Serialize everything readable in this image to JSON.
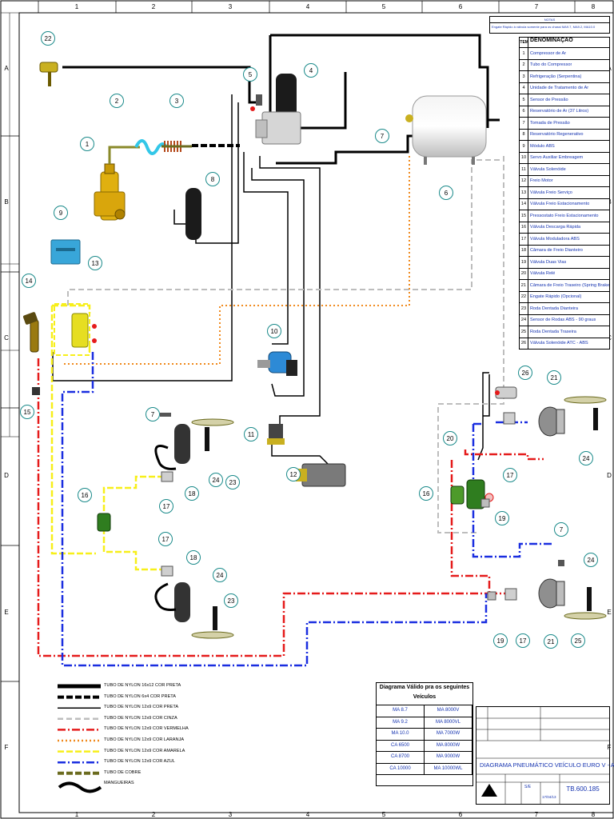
{
  "border": {
    "columns": [
      "1",
      "2",
      "3",
      "4",
      "5",
      "6",
      "7",
      "8"
    ],
    "rows": [
      "A",
      "B",
      "C",
      "D",
      "E",
      "F"
    ]
  },
  "notes": {
    "title": "NOTAS",
    "text": "Engate Rápido à válvula somente para os chassi MA9.7, MA9.2, MA10.0"
  },
  "parts_table": {
    "header_item": "ITEM",
    "header_name": "DENOMINAÇÃO",
    "rows": [
      {
        "n": "1",
        "name": "Compressor de Ar"
      },
      {
        "n": "2",
        "name": "Tubo do Compressor"
      },
      {
        "n": "3",
        "name": "Refrigeração (Serpentina)"
      },
      {
        "n": "4",
        "name": "Unidade de Tratamento de Ar"
      },
      {
        "n": "5",
        "name": "Sensor de Pressão"
      },
      {
        "n": "6",
        "name": "Reservatório de Ar (37 Litros)"
      },
      {
        "n": "7",
        "name": "Tomada de Pressão"
      },
      {
        "n": "8",
        "name": "Reservatório Regenerativo"
      },
      {
        "n": "9",
        "name": "Módulo ABS"
      },
      {
        "n": "10",
        "name": "Servo Auxiliar Embreagem"
      },
      {
        "n": "11",
        "name": "Válvula Solenóide"
      },
      {
        "n": "12",
        "name": "Freio Motor"
      },
      {
        "n": "13",
        "name": "Válvula Freio Serviço"
      },
      {
        "n": "14",
        "name": "Válvula Freio Estacionamento"
      },
      {
        "n": "15",
        "name": "Pressostato Freio Estacionamento"
      },
      {
        "n": "16",
        "name": "Válvula Descarga Rápida"
      },
      {
        "n": "17",
        "name": "Válvula Moduladora ABS"
      },
      {
        "n": "18",
        "name": "Câmara de Freio Dianteiro"
      },
      {
        "n": "19",
        "name": "Válvula Duas Vias"
      },
      {
        "n": "20",
        "name": "Válvula Relé"
      },
      {
        "n": "21",
        "name": "Câmara de Freio Traseiro (Spring Brake)"
      },
      {
        "n": "22",
        "name": "Engate Rápido (Opcional)"
      },
      {
        "n": "23",
        "name": "Roda Dentada Dianteira"
      },
      {
        "n": "24",
        "name": "Sensor de Rodas ABS - 90 graus"
      },
      {
        "n": "25",
        "name": "Roda Dentada Traseira"
      },
      {
        "n": "26",
        "name": "Válvula Solenóide ATC - ABS"
      }
    ]
  },
  "legend": [
    {
      "label": "TUBO DE NYLON  16x12 COR PRETA",
      "style": "thick-black",
      "color": "#000000"
    },
    {
      "label": "TUBO DE NYLON  6x4 COR PRETA",
      "style": "dash-black",
      "color": "#000000"
    },
    {
      "label": "TUBO DE NYLON  12x9 COR PRETA",
      "style": "solid-black",
      "color": "#000000"
    },
    {
      "label": "TUBO DE NYLON  12x9 COR CINZA",
      "style": "dash-gray",
      "color": "#bdbdbd"
    },
    {
      "label": "TUBO DE NYLON  12x9 COR VERMELHA",
      "style": "dashdot-red",
      "color": "#e51b1b"
    },
    {
      "label": "TUBO DE NYLON  12x9 COR LARANJA",
      "style": "dot-orange",
      "color": "#f08a1e"
    },
    {
      "label": "TUBO DE NYLON  12x9 COR AMARELA",
      "style": "dash-yellow",
      "color": "#f7ef1a"
    },
    {
      "label": "TUBO DE NYLON  12x9 COR AZUL",
      "style": "dashdot-blue",
      "color": "#1a2ee0"
    },
    {
      "label": "TUBO DE COBRE",
      "style": "dash-olive",
      "color": "#6b6b1f"
    },
    {
      "label": "MANGUEIRAS",
      "style": "hose",
      "color": "#000000"
    }
  ],
  "valid_for": {
    "title": "Diagrama Válido pra os seguintes Veículos",
    "cells": [
      "MA 8.7",
      "MA 8000V",
      "MA 9.2",
      "MA 8000VL",
      "MA 10.0",
      "MA 7000W",
      "CA 6500",
      "MA 8000W",
      "CA 8700",
      "MA 9000W",
      "CA 10000",
      "MA 10000WL"
    ]
  },
  "title_block": {
    "title": "DIAGRAMA PNEUMÁTICO VEÍCULO EURO V - ABS",
    "number": "TB.600.185",
    "scale": "S/E",
    "date": "17/04/13"
  },
  "callouts": [
    "1",
    "2",
    "3",
    "4",
    "5",
    "6",
    "7",
    "8",
    "9",
    "10",
    "11",
    "12",
    "13",
    "14",
    "15",
    "16",
    "17",
    "18",
    "19",
    "20",
    "21",
    "22",
    "23",
    "24",
    "25",
    "26"
  ],
  "colors": {
    "callout": "#1a8a8a",
    "red": "#e51b1b",
    "blue": "#1a2ee0",
    "yellow": "#f7ef1a",
    "orange": "#f08a1e",
    "gray": "#bdbdbd",
    "green_valve": "#2f7d1f",
    "compressor": "#e0b010",
    "tank": "#d9d9d9"
  }
}
